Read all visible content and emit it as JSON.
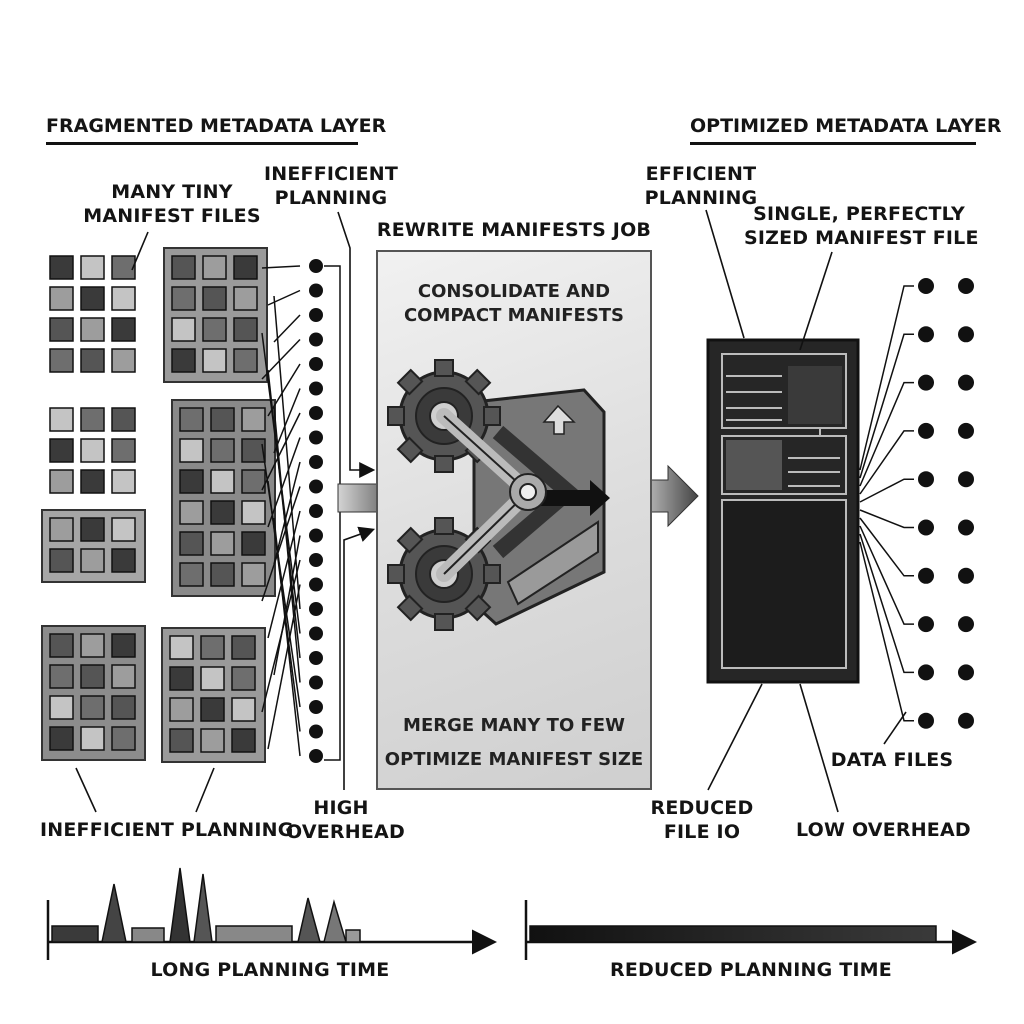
{
  "left_header": "FRAGMENTED METADATA LAYER",
  "right_header": "OPTIMIZED METADATA LAYER",
  "left_labels": {
    "many_tiny": [
      "MANY TINY",
      "MANIFEST FILES"
    ],
    "inefficient_top": [
      "INEFFICIENT",
      "PLANNING"
    ],
    "inefficient_bottom": "INEFFICIENT PLANNING",
    "high_overhead": [
      "HIGH",
      "OVERHEAD"
    ]
  },
  "job": {
    "title": "REWRITE MANIFESTS JOB",
    "subtitle": [
      "CONSOLIDATE AND",
      "COMPACT MANIFESTS"
    ],
    "bottom": [
      "MERGE MANY TO FEW",
      "OPTIMIZE MANIFEST SIZE"
    ]
  },
  "right_labels": {
    "efficient": [
      "EFFICIENT",
      "PLANNING"
    ],
    "single": [
      "SINGLE, PERFECTLY",
      "SIZED MANIFEST FILE"
    ],
    "data_files": "DATA FILES",
    "reduced_io": [
      "REDUCED",
      "FILE IO"
    ],
    "low_overhead": "LOW OVERHEAD"
  },
  "timelines": {
    "left": "LONG PLANNING TIME",
    "right": "REDUCED PLANNING TIME"
  },
  "colors": {
    "ink": "#111111",
    "dark_fill": "#2a2a2a",
    "mid_fill": "#8a8a8a",
    "light_fill": "#bdbdbd"
  }
}
